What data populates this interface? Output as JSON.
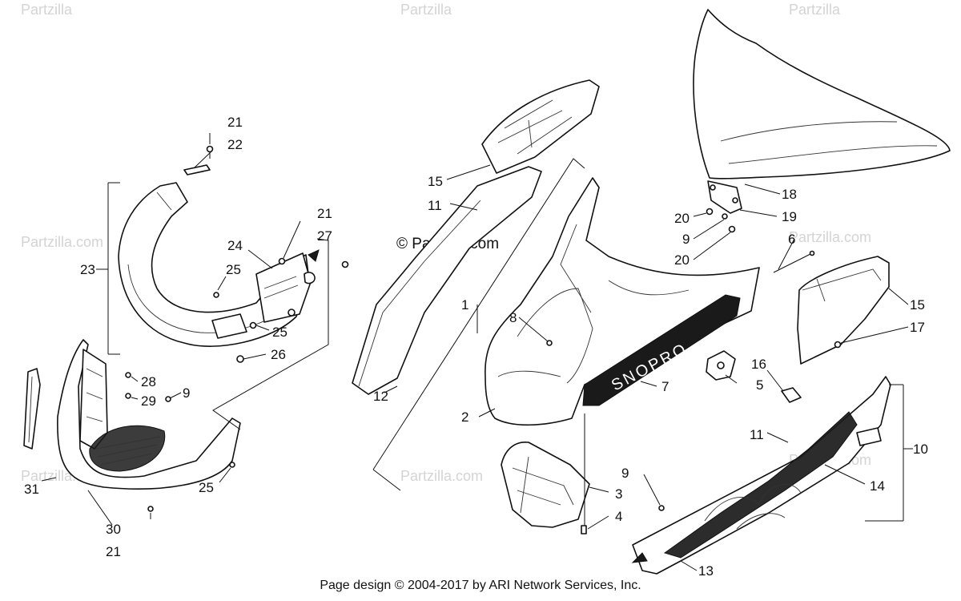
{
  "watermarks": {
    "brand": "Partzilla",
    "site": "Partzilla.com",
    "center": "© Partzilla.com"
  },
  "decals": {
    "hood": "SNOPRO"
  },
  "callouts": {
    "n1": "1",
    "n2": "2",
    "n3": "3",
    "n4": "4",
    "n5": "5",
    "n6": "6",
    "n7": "7",
    "n8": "8",
    "n9": "9",
    "n10": "10",
    "n11": "11",
    "n12": "12",
    "n13": "13",
    "n14": "14",
    "n15": "15",
    "n16": "16",
    "n17": "17",
    "n18": "18",
    "n19": "19",
    "n20": "20",
    "n21": "21",
    "n22": "22",
    "n23": "23",
    "n24": "24",
    "n25": "25",
    "n26": "26",
    "n27": "27",
    "n28": "28",
    "n29": "29",
    "n30": "30",
    "n31": "31"
  },
  "footer": {
    "copyright": "Page design © 2004-2017 by ARI Network Services, Inc."
  }
}
